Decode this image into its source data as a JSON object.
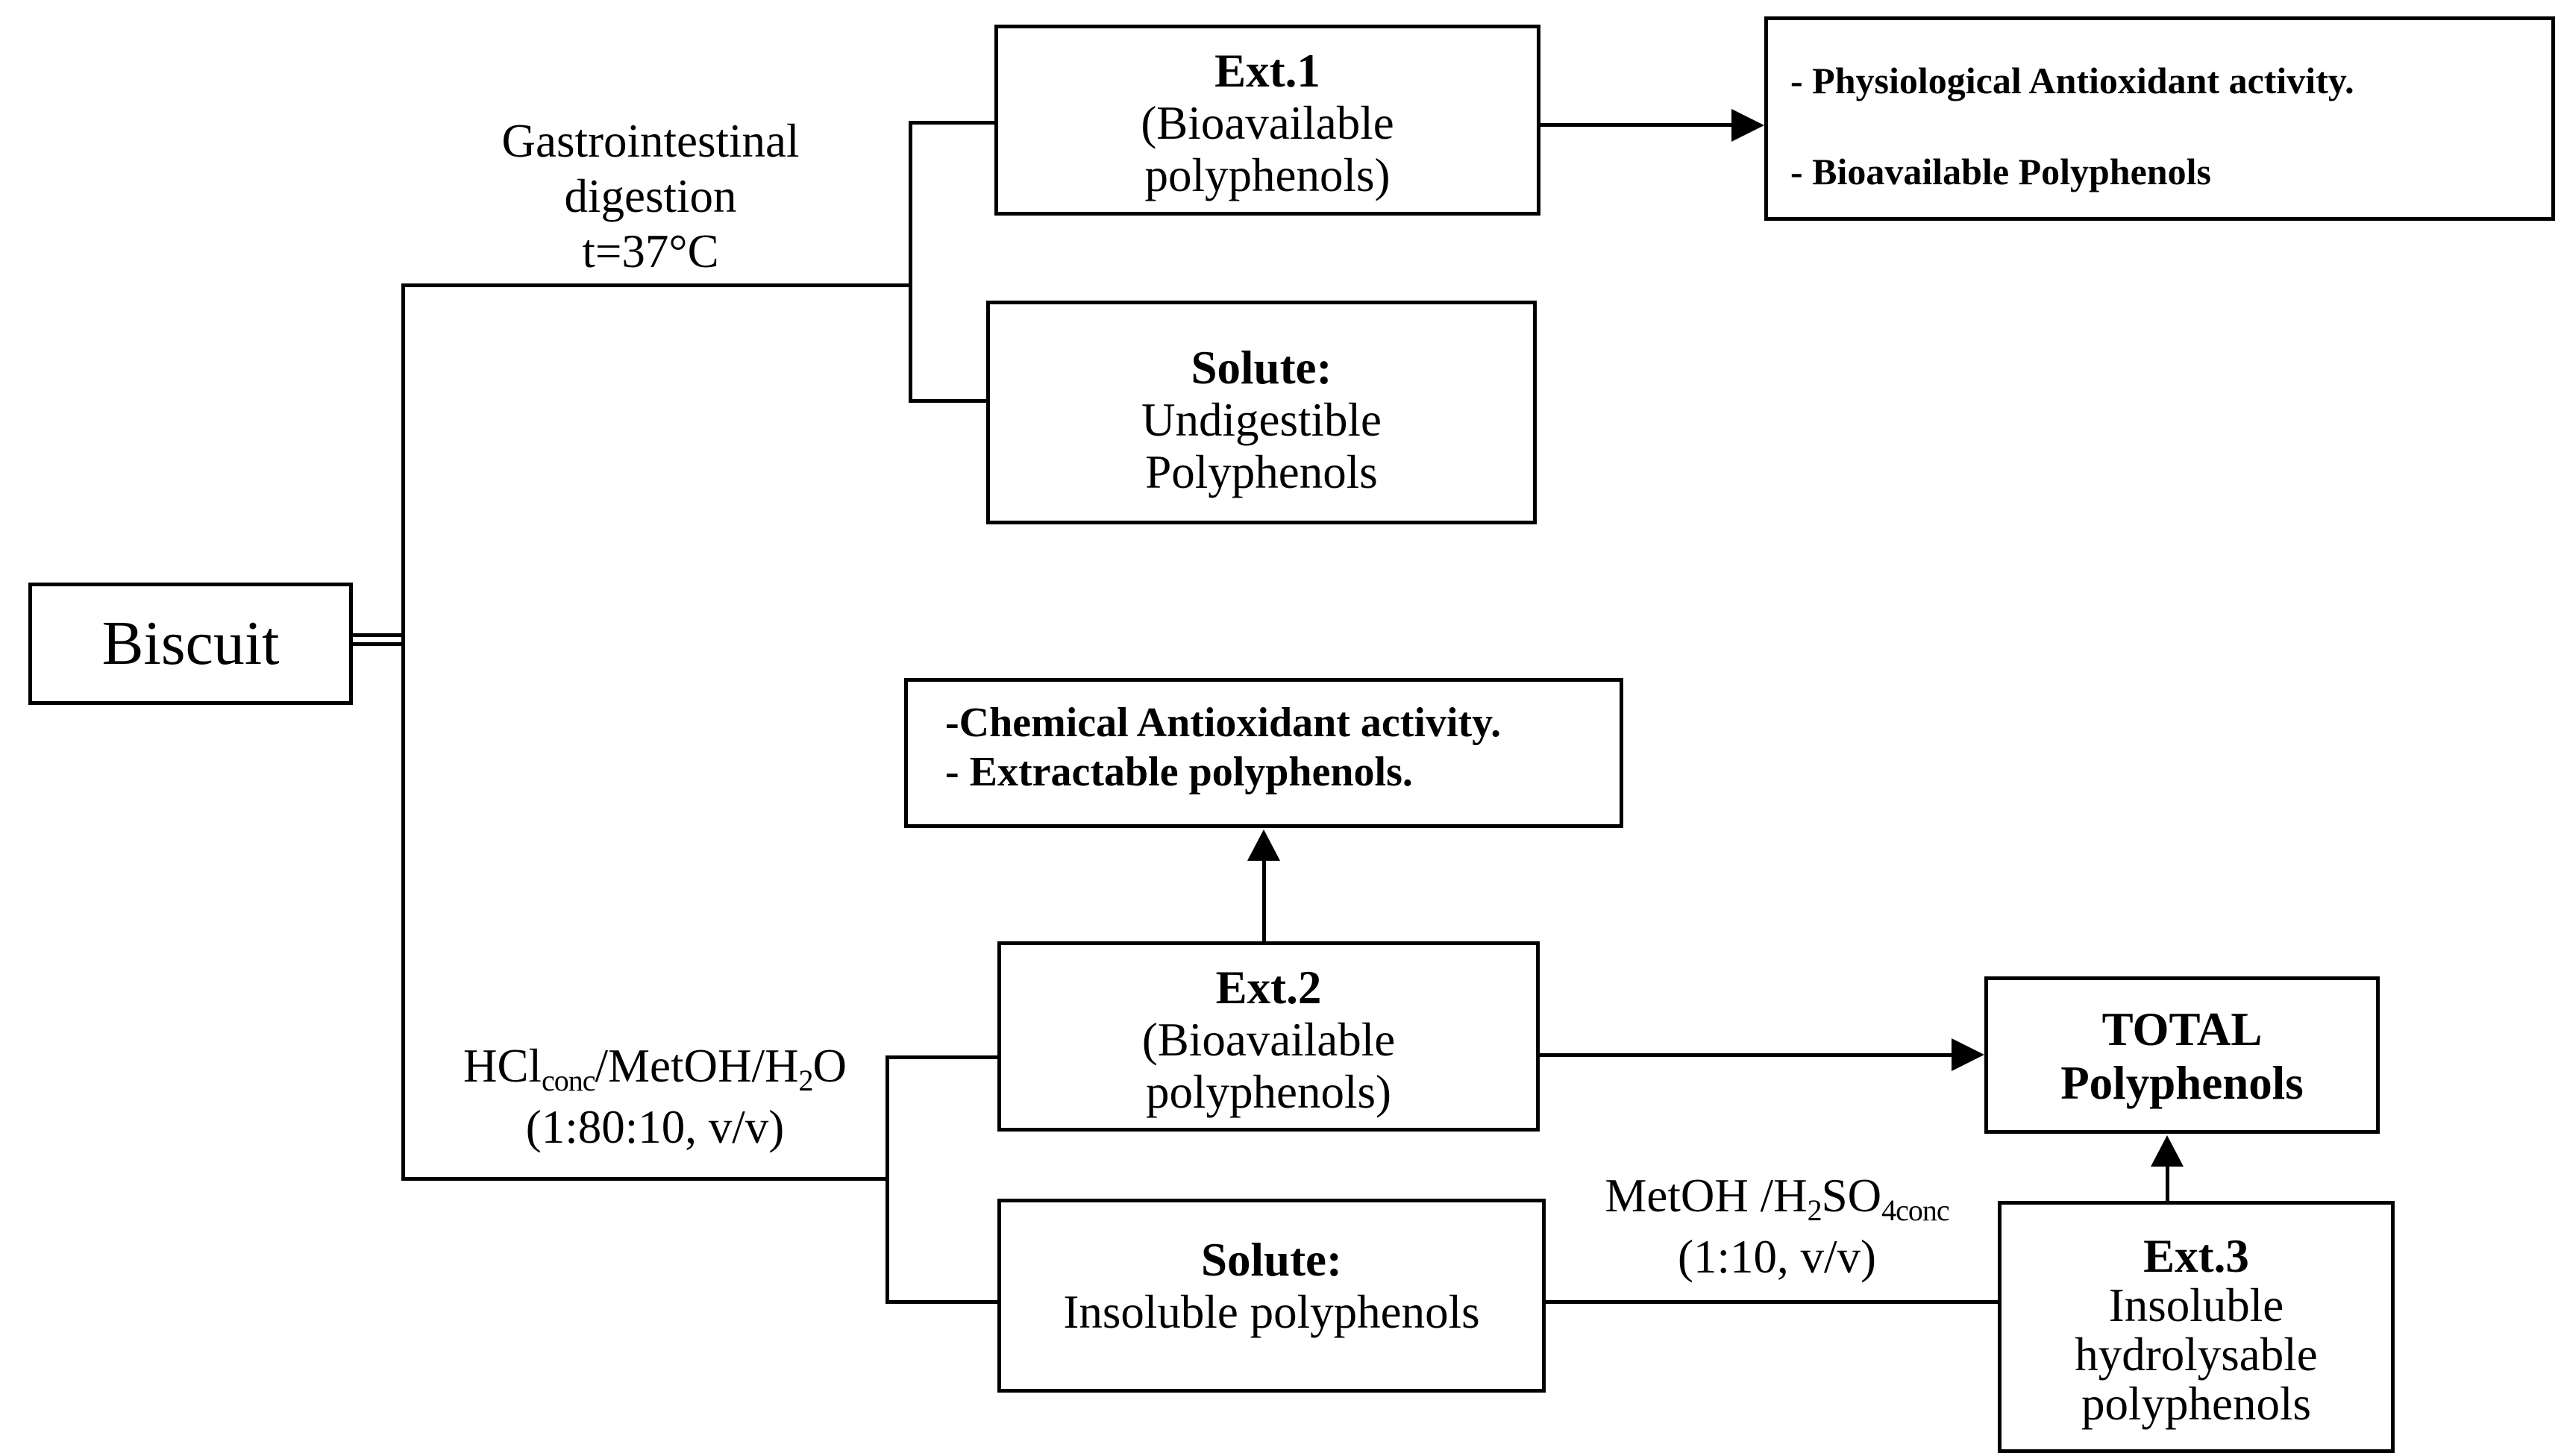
{
  "colors": {
    "ink": "#000000",
    "paper": "#ffffff"
  },
  "biscuit_box": {
    "label": "Biscuit"
  },
  "gastro_label": {
    "line1": "Gastrointestinal",
    "line2": "digestion",
    "line3": "t=37°C"
  },
  "ext1_box": {
    "title": "Ext.1",
    "line2": "(Bioavailable",
    "line3": "polyphenols)"
  },
  "solute1_box": {
    "title": "Solute:",
    "line2": "Undigestible",
    "line3": "Polyphenols"
  },
  "physiological_box": {
    "item1": "- Physiological Antioxidant activity.",
    "item2": "- Bioavailable Polyphenols"
  },
  "chemical_box": {
    "item1": "-Chemical Antioxidant activity.",
    "item2": "- Extractable polyphenols."
  },
  "hcl_label": {
    "seg1": "HCl",
    "sub1": "conc",
    "seg2": "/MetOH/H",
    "sub2": "2",
    "seg3": "O",
    "line2": "(1:80:10, v/v)"
  },
  "ext2_box": {
    "title": "Ext.2",
    "line2": "(Bioavailable",
    "line3": "polyphenols)"
  },
  "solute2_box": {
    "title": "Solute:",
    "line2": "Insoluble polyphenols"
  },
  "total_box": {
    "line1": "TOTAL",
    "line2": "Polyphenols"
  },
  "metoh_label": {
    "seg1": "MetOH /H",
    "sub1": "2",
    "seg2": "SO",
    "sub2": "4conc",
    "line2": "(1:10, v/v)"
  },
  "ext3_box": {
    "title": "Ext.3",
    "line2": "Insoluble",
    "line3": "hydrolysable",
    "line4": "polyphenols"
  }
}
